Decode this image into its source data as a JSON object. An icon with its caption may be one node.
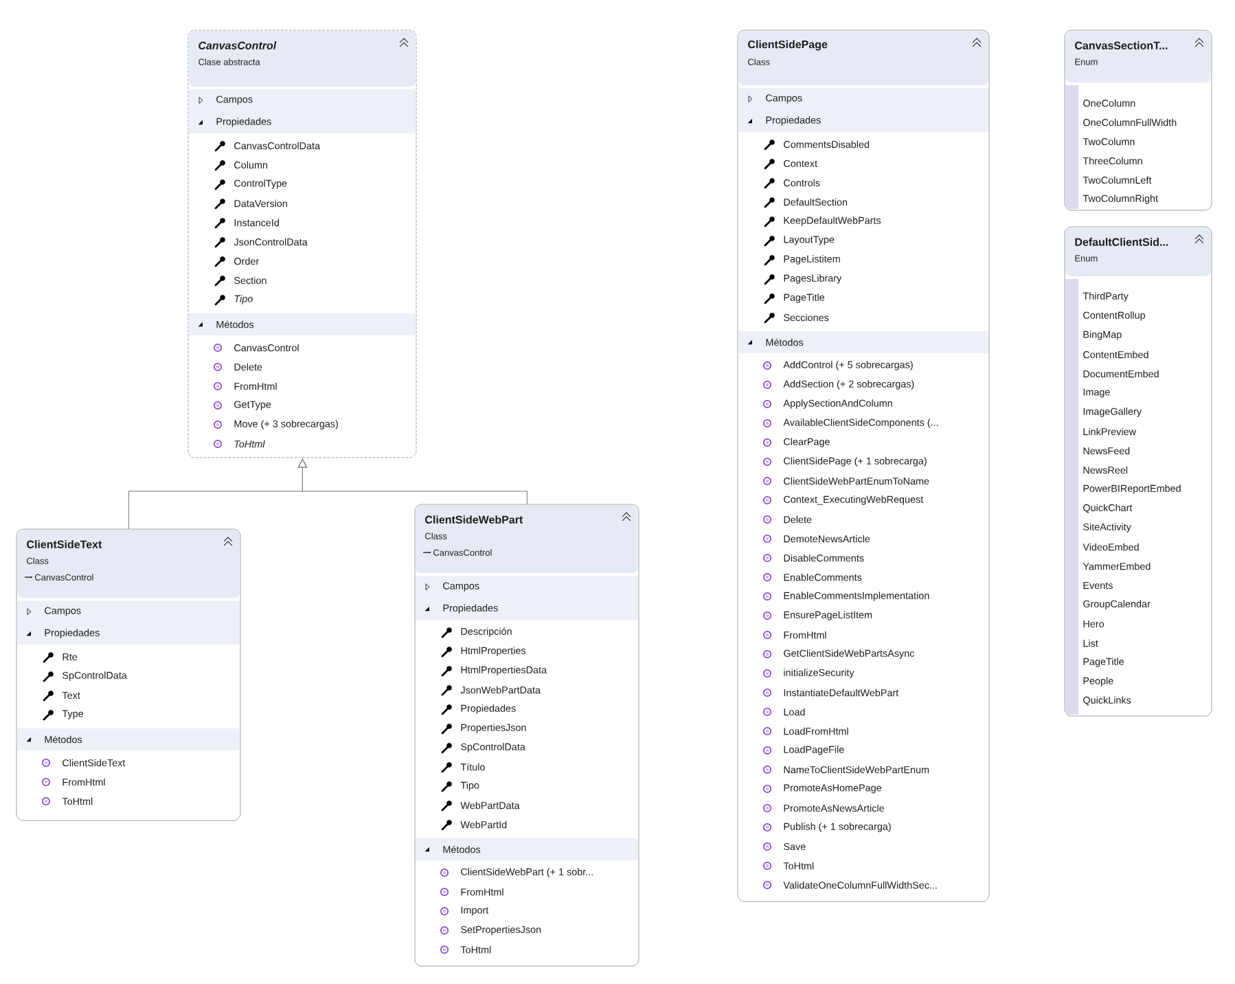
{
  "diagram": {
    "nodes": [
      {
        "text": [
          "CanvasControl",
          "Clase abstracta"
        ]
      },
      {
        "text": [
          "Campos"
        ],
        "in": 0
      },
      {
        "text": [
          "Propiedades",
          "CanvasControlData",
          "Column",
          "ControlType",
          "DataVersion",
          "InstanceId",
          "JsonControlData",
          "Order",
          "Section",
          "Tipo"
        ],
        "in": 0
      },
      {
        "text": [
          "Métodos",
          "CanvasControl",
          "Delete",
          "FromHtml",
          "GetType",
          "Move (+ 3 sobrecargas)",
          "ToHtml"
        ],
        "in": 0
      },
      {
        "text": [
          "ClientSideText",
          "Class",
          "CanvasControl"
        ]
      },
      {
        "text": [
          "Campos"
        ],
        "in": 4
      },
      {
        "text": [
          "Propiedades",
          "Rte",
          "SpControlData",
          "Text",
          "Type"
        ],
        "in": 4
      },
      {
        "text": [
          "Métodos",
          "ClientSideText",
          "FromHtml",
          "ToHtml"
        ],
        "in": 4
      },
      {
        "text": [
          "ClientSideWebPart",
          "Class",
          "CanvasControl"
        ]
      },
      {
        "text": [
          "Campos"
        ],
        "in": 8
      },
      {
        "text": [
          "Propiedades",
          "Descripción",
          "HtmlProperties",
          "HtmlPropertiesData",
          "JsonWebPartData",
          "Propiedades",
          "PropertiesJson",
          "SpControlData",
          "Título",
          "Tipo",
          "WebPartData",
          "WebPartId"
        ],
        "in": 8
      },
      {
        "text": [
          "Métodos",
          "ClientSideWebPart (+ 1 sobr...",
          "FromHtml",
          "Import",
          "SetPropertiesJson",
          "ToHtml"
        ],
        "in": 8
      },
      {
        "text": [
          "ClientSidePage",
          "Class"
        ]
      },
      {
        "text": [
          "Campos"
        ],
        "in": 12
      },
      {
        "text": [
          "Propiedades",
          "CommentsDisabled",
          "Context",
          "Controls",
          "DefaultSection",
          "KeepDefaultWebParts",
          "LayoutType",
          "PageListitem",
          "PagesLibrary",
          "PageTitle",
          "Secciones"
        ],
        "in": 12
      },
      {
        "text": [
          "Métodos",
          "AddControl (+ 5 sobrecargas)",
          "AddSection (+ 2 sobrecargas)",
          "ApplySectionAndColumn",
          "AvailableClientSideComponents (...",
          "ClearPage",
          "ClientSidePage (+ 1 sobrecarga)",
          "ClientSideWebPartEnumToName",
          "Context_ExecutingWebRequest",
          "Delete",
          "DemoteNewsArticle",
          "DisableComments",
          "EnableComments",
          "EnableCommentsImplementation",
          "EnsurePageListItem",
          "FromHtml",
          "GetClientSideWebPartsAsync",
          "initializeSecurity",
          "InstantiateDefaultWebPart",
          "Load",
          "LoadFromHtml",
          "LoadPageFile",
          "NameToClientSideWebPartEnum",
          "PromoteAsHomePage",
          "PromoteAsNewsArticle",
          "Publish (+ 1 sobrecarga)",
          "Save",
          "ToHtml",
          "ValidateOneColumnFullWidthSec..."
        ],
        "in": 12
      },
      {
        "text": [
          "CanvasSectionT...",
          "Enum"
        ]
      },
      {
        "text": [
          "OneColumn",
          "OneColumnFullWidth",
          "TwoColumn",
          "ThreeColumn",
          "TwoColumnLeft",
          "TwoColumnRight"
        ],
        "in": 16
      },
      {
        "text": [
          "DefaultClientSid...",
          "Enum"
        ]
      },
      {
        "text": [
          "ThirdParty",
          "ContentRollup",
          "BingMap",
          "ContentEmbed",
          "DocumentEmbed",
          "Image",
          "ImageGallery",
          "LinkPreview",
          "NewsFeed",
          "NewsReel",
          "PowerBIReportEmbed",
          "QuickChart",
          "SiteActivity",
          "VideoEmbed",
          "YammerEmbed",
          "Events",
          "GroupCalendar",
          "Hero",
          "List",
          "PageTitle",
          "People",
          "QuickLinks"
        ],
        "in": 18
      }
    ],
    "edges": [
      {
        "from": 4,
        "to": 0,
        "arrow": "to"
      },
      {
        "from": 8,
        "to": 0,
        "arrow": "to"
      }
    ]
  }
}
